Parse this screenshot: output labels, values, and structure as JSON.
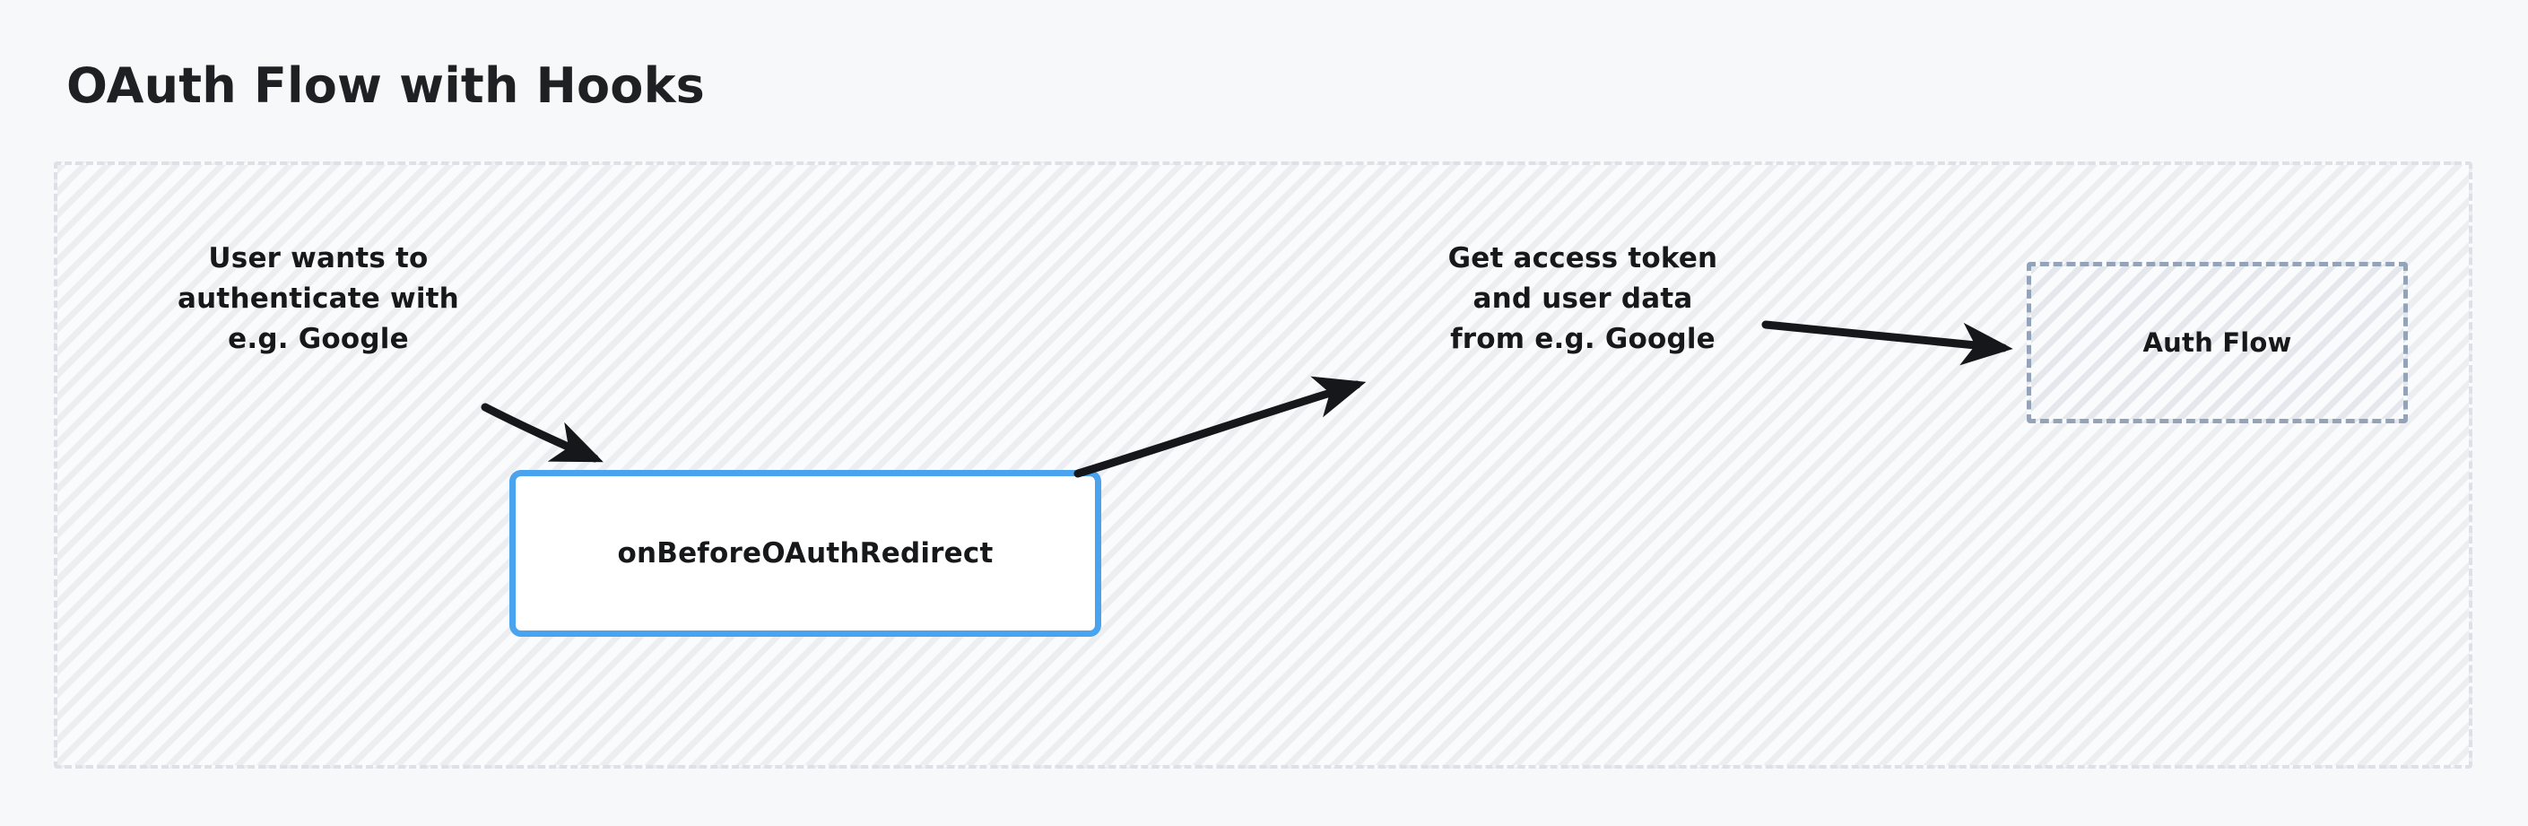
{
  "title": "OAuth Flow with Hooks",
  "container": {
    "name": "oauth-flow-diagram"
  },
  "nodes": [
    {
      "id": "hook-node",
      "label": "onBeforeOAuthRedirect",
      "style": "solid-blue-box",
      "border_color": "#4aa3ef",
      "fill_color": "#ffffff"
    },
    {
      "id": "auth-flow-node",
      "label": "Auth Flow",
      "style": "dashed-hatched-box",
      "border_color": "#94a3b8",
      "fill_color": "#fafbfc"
    }
  ],
  "edge_labels": {
    "user_request": {
      "line1": "User wants to",
      "line2": "authenticate with",
      "line3": "e.g. Google"
    },
    "token_exchange": {
      "line1": "Get access token",
      "line2": "and user data",
      "line3": "from e.g. Google"
    }
  },
  "arrows": [
    {
      "id": "arrow-user-to-hook",
      "from": "user-request-label",
      "to": "hook-node"
    },
    {
      "id": "arrow-hook-to-token",
      "from": "hook-node",
      "to": "token-exchange-label"
    },
    {
      "id": "arrow-token-to-authflow",
      "from": "token-exchange-label",
      "to": "auth-flow-node"
    }
  ],
  "colors": {
    "page_background": "#f7f8fa",
    "container_border": "#dde1e7",
    "accent_blue": "#4aa3ef",
    "node_dashed_border": "#94a3b8",
    "text": "#17181a",
    "arrow": "#15171a"
  }
}
